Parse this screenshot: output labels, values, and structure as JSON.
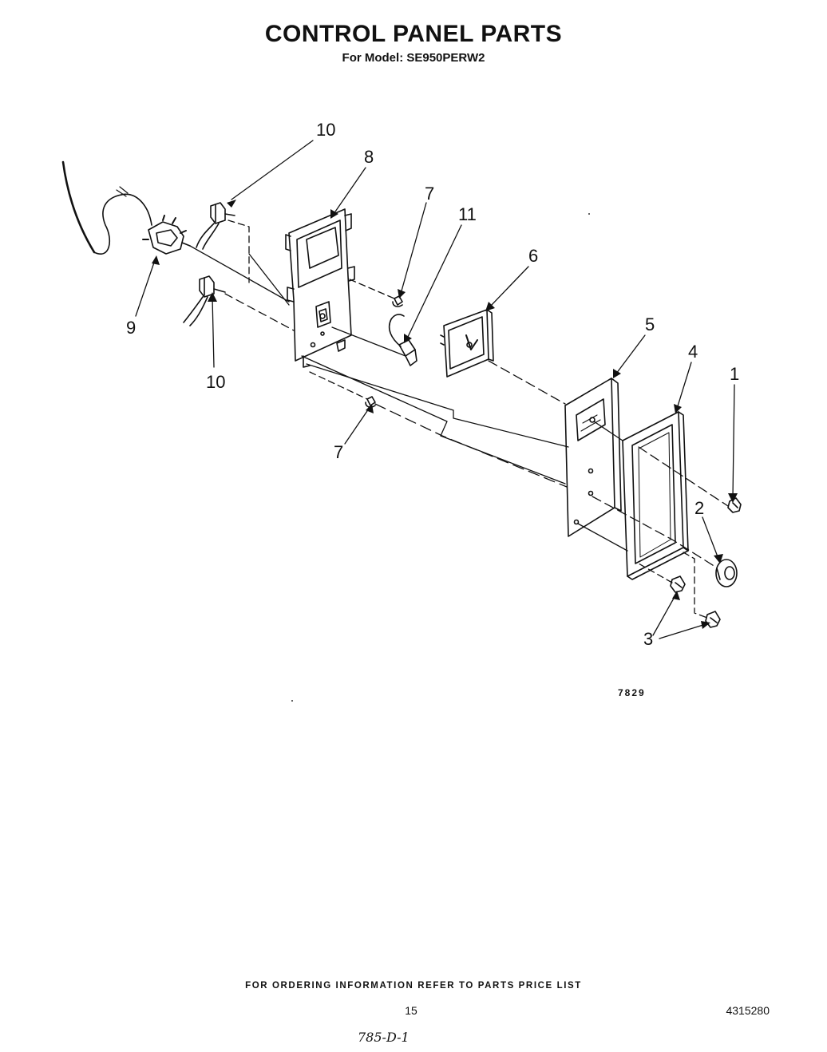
{
  "header": {
    "title": "CONTROL PANEL PARTS",
    "subtitle": "For Model: SE950PERW2"
  },
  "diagram": {
    "callouts": [
      {
        "id": "callout-10-top",
        "label": "10"
      },
      {
        "id": "callout-8",
        "label": "8"
      },
      {
        "id": "callout-7-top",
        "label": "7"
      },
      {
        "id": "callout-11",
        "label": "11"
      },
      {
        "id": "callout-6",
        "label": "6"
      },
      {
        "id": "callout-9",
        "label": "9"
      },
      {
        "id": "callout-10-bottom",
        "label": "10"
      },
      {
        "id": "callout-7-bottom",
        "label": "7"
      },
      {
        "id": "callout-5",
        "label": "5"
      },
      {
        "id": "callout-4",
        "label": "4"
      },
      {
        "id": "callout-1",
        "label": "1"
      },
      {
        "id": "callout-2",
        "label": "2"
      },
      {
        "id": "callout-3",
        "label": "3"
      }
    ],
    "drawing_number": "7829"
  },
  "footer": {
    "ordering_note": "FOR ORDERING INFORMATION REFER TO PARTS PRICE LIST",
    "page_number": "15",
    "document_number": "4315280",
    "handwritten_note": "785-D-1"
  }
}
